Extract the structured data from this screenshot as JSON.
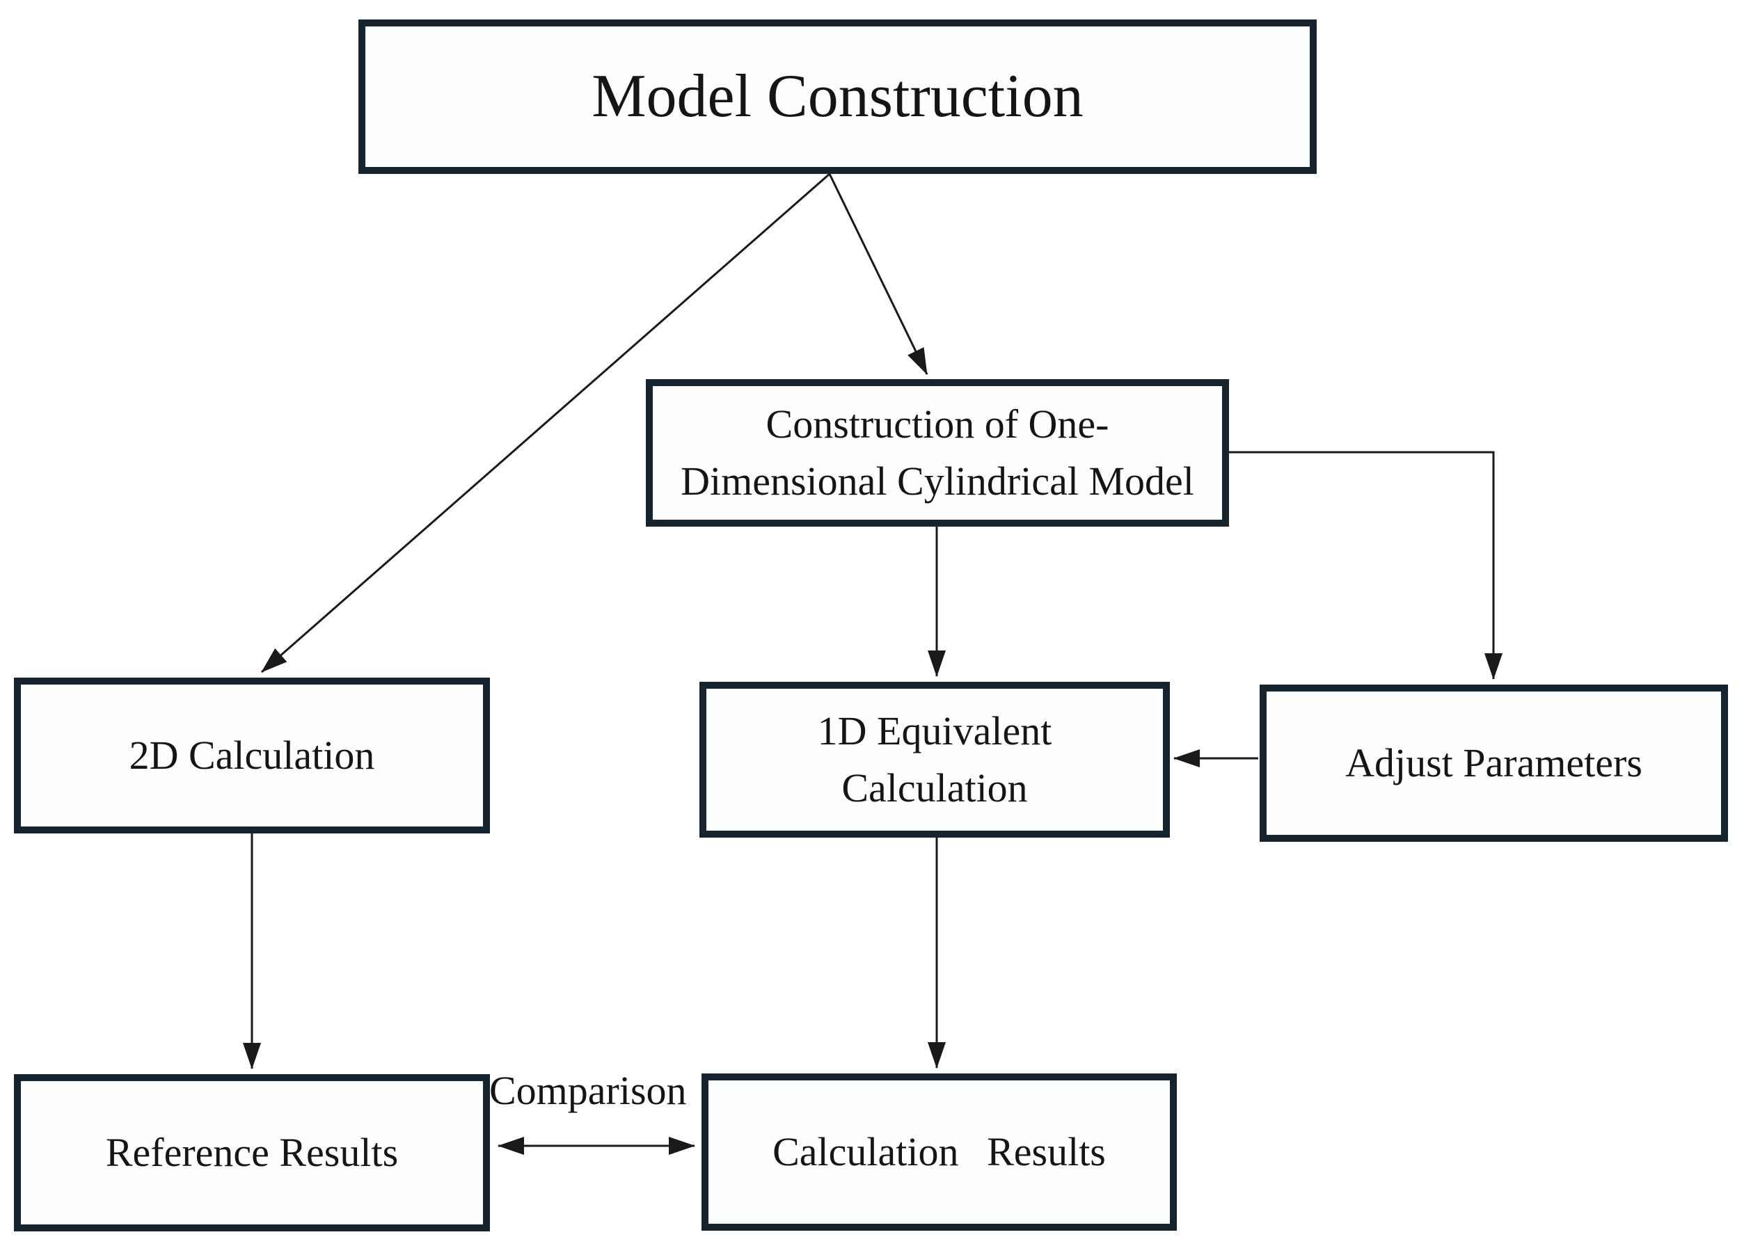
{
  "diagram": {
    "type": "flowchart",
    "colors": {
      "box_border": "#16242f",
      "box_fill": "#fdfefe",
      "arrow": "#1a1a1a",
      "background": "#ffffff",
      "text": "#151515"
    },
    "nodes": {
      "model_construction": {
        "label": "Model Construction"
      },
      "construction_1d_model": {
        "line1": "Construction of One-",
        "line2": "Dimensional Cylindrical Model"
      },
      "calculation_2d": {
        "label": "2D Calculation"
      },
      "equivalent_1d": {
        "line1": "1D Equivalent",
        "line2": "Calculation"
      },
      "adjust_parameters": {
        "label": "Adjust Parameters"
      },
      "reference_results": {
        "label": "Reference Results"
      },
      "calculation_results": {
        "label": "Calculation Results"
      }
    },
    "labels": {
      "comparison": "Comparison"
    },
    "edges": [
      {
        "from": "model_construction",
        "to": "calculation_2d",
        "direction": "one-way"
      },
      {
        "from": "model_construction",
        "to": "construction_1d_model",
        "direction": "one-way"
      },
      {
        "from": "construction_1d_model",
        "to": "equivalent_1d",
        "direction": "one-way"
      },
      {
        "from": "construction_1d_model",
        "to": "adjust_parameters",
        "direction": "one-way"
      },
      {
        "from": "adjust_parameters",
        "to": "equivalent_1d",
        "direction": "one-way"
      },
      {
        "from": "calculation_2d",
        "to": "reference_results",
        "direction": "one-way"
      },
      {
        "from": "equivalent_1d",
        "to": "calculation_results",
        "direction": "one-way"
      },
      {
        "from": "reference_results",
        "to": "calculation_results",
        "direction": "two-way",
        "label": "Comparison"
      }
    ]
  }
}
